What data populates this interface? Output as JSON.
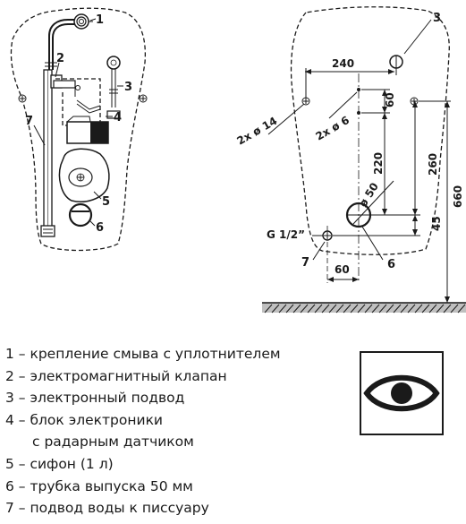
{
  "callouts": {
    "left": [
      "1",
      "2",
      "3",
      "4",
      "5",
      "6",
      "7"
    ],
    "right": [
      "3",
      "6",
      "7"
    ]
  },
  "dimensions": {
    "d240": "240",
    "d60_top": "60",
    "hole_left": "2x ø 14",
    "hole_mid": "2x ø 6",
    "d220": "220",
    "d260": "260",
    "d660": "660",
    "d50": "ø 50",
    "d45": "45",
    "d60_bottom": "60",
    "thread": "G 1/2”"
  },
  "legend": [
    {
      "text": "1 – крепление смыва с уплотнителем"
    },
    {
      "text": "2 – электромагнитный клапан"
    },
    {
      "text": "3 – электронный подвод"
    },
    {
      "text": "4 – блок электроники"
    },
    {
      "text": "с радарным датчиком",
      "continuation": true
    },
    {
      "text": "5 – сифон (1 л)"
    },
    {
      "text": "6 – трубка выпуска 50 мм"
    },
    {
      "text": "7 – подвод воды к писсуару"
    }
  ],
  "icon": "eye-icon"
}
